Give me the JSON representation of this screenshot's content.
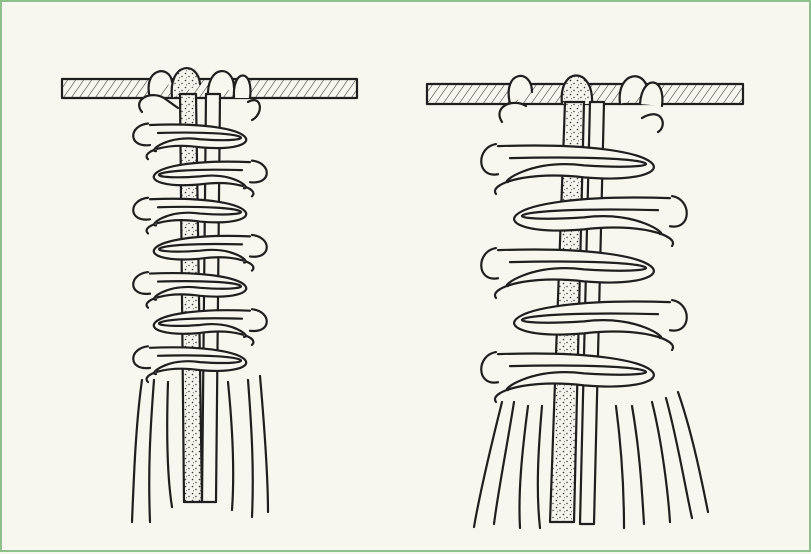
{
  "figure": {
    "border_color": "#8fbf8a",
    "background": "#f7f6ef",
    "ink": "#1f1f1f"
  },
  "illustrations": [
    {
      "name": "macrame-sinnet-narrow",
      "knot_rows": 7,
      "working_cords": 4,
      "filler_cords": 2
    },
    {
      "name": "macrame-sinnet-wide",
      "knot_rows": 5,
      "working_cords": 6,
      "filler_cords": 2
    }
  ]
}
